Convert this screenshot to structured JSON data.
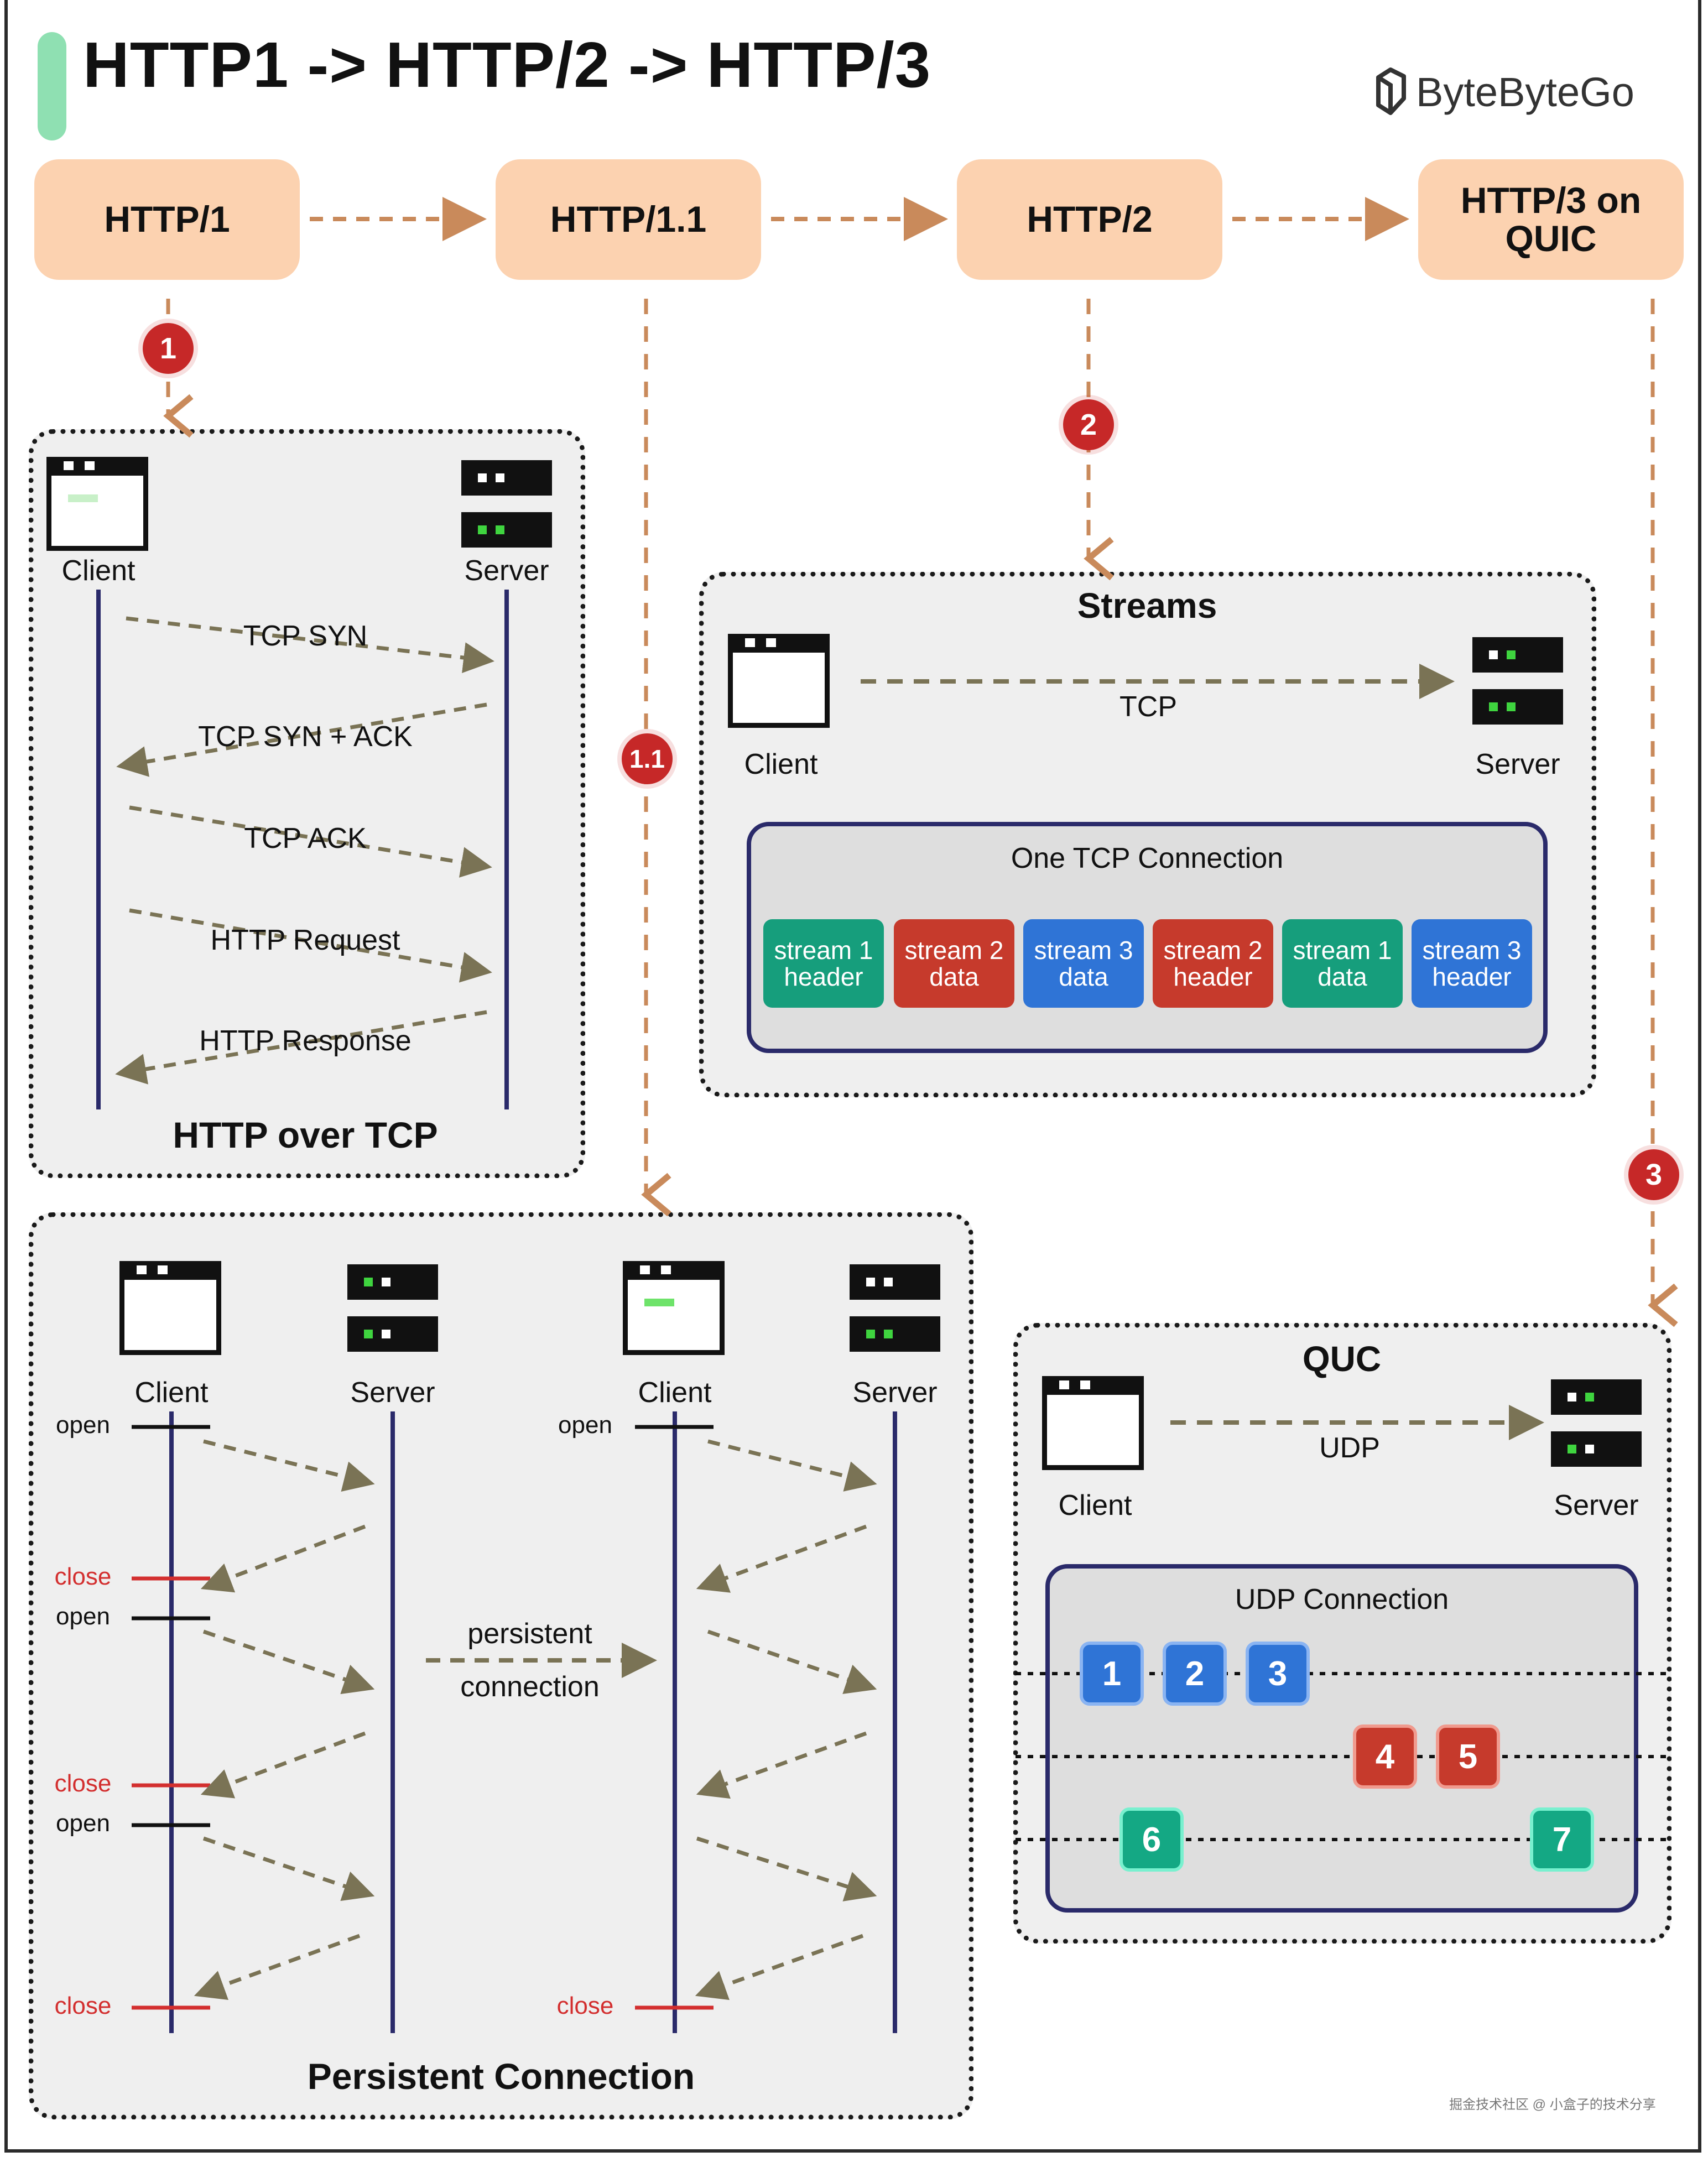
{
  "title": "HTTP1 -> HTTP/2 -> HTTP/3",
  "logo": {
    "text": "ByteByteGo"
  },
  "versions": [
    "HTTP/1",
    "HTTP/1.1",
    "HTTP/2",
    "HTTP/3 on QUIC"
  ],
  "badges": [
    "1",
    "1.1",
    "2",
    "3"
  ],
  "http1": {
    "client_label": "Client",
    "server_label": "Server",
    "messages": [
      "TCP SYN",
      "TCP SYN + ACK",
      "TCP  ACK",
      "HTTP Request",
      "HTTP Response"
    ],
    "caption": "HTTP over TCP"
  },
  "http11": {
    "client_label": "Client",
    "server_label": "Server",
    "open_label": "open",
    "close_label": "close",
    "persistent_line1": "persistent",
    "persistent_line2": "connection",
    "caption": "Persistent Connection"
  },
  "http2": {
    "title": "Streams",
    "client_label": "Client",
    "server_label": "Server",
    "protocol": "TCP",
    "connection_label": "One TCP Connection",
    "streams": [
      {
        "line1": "stream 1",
        "line2": "header",
        "color": "green"
      },
      {
        "line1": "stream 2",
        "line2": "data",
        "color": "red"
      },
      {
        "line1": "stream 3",
        "line2": "data",
        "color": "blue"
      },
      {
        "line1": "stream 2",
        "line2": "header",
        "color": "red"
      },
      {
        "line1": "stream 1",
        "line2": "data",
        "color": "green"
      },
      {
        "line1": "stream 3",
        "line2": "header",
        "color": "blue"
      }
    ]
  },
  "http3": {
    "title": "QUC",
    "client_label": "Client",
    "server_label": "Server",
    "protocol": "UDP",
    "connection_label": "UDP Connection",
    "packets": [
      "1",
      "2",
      "3",
      "4",
      "5",
      "6",
      "7"
    ]
  },
  "watermark": "掘金技术社区 @ 小盒子的技术分享",
  "colors": {
    "version_box": "#fcd2b0",
    "flow_arrow": "#c98a5b",
    "message_arrow": "#7a7355",
    "lifeline": "#2a2a6a",
    "badge": "#c62828",
    "close_red": "#d32f2f"
  }
}
